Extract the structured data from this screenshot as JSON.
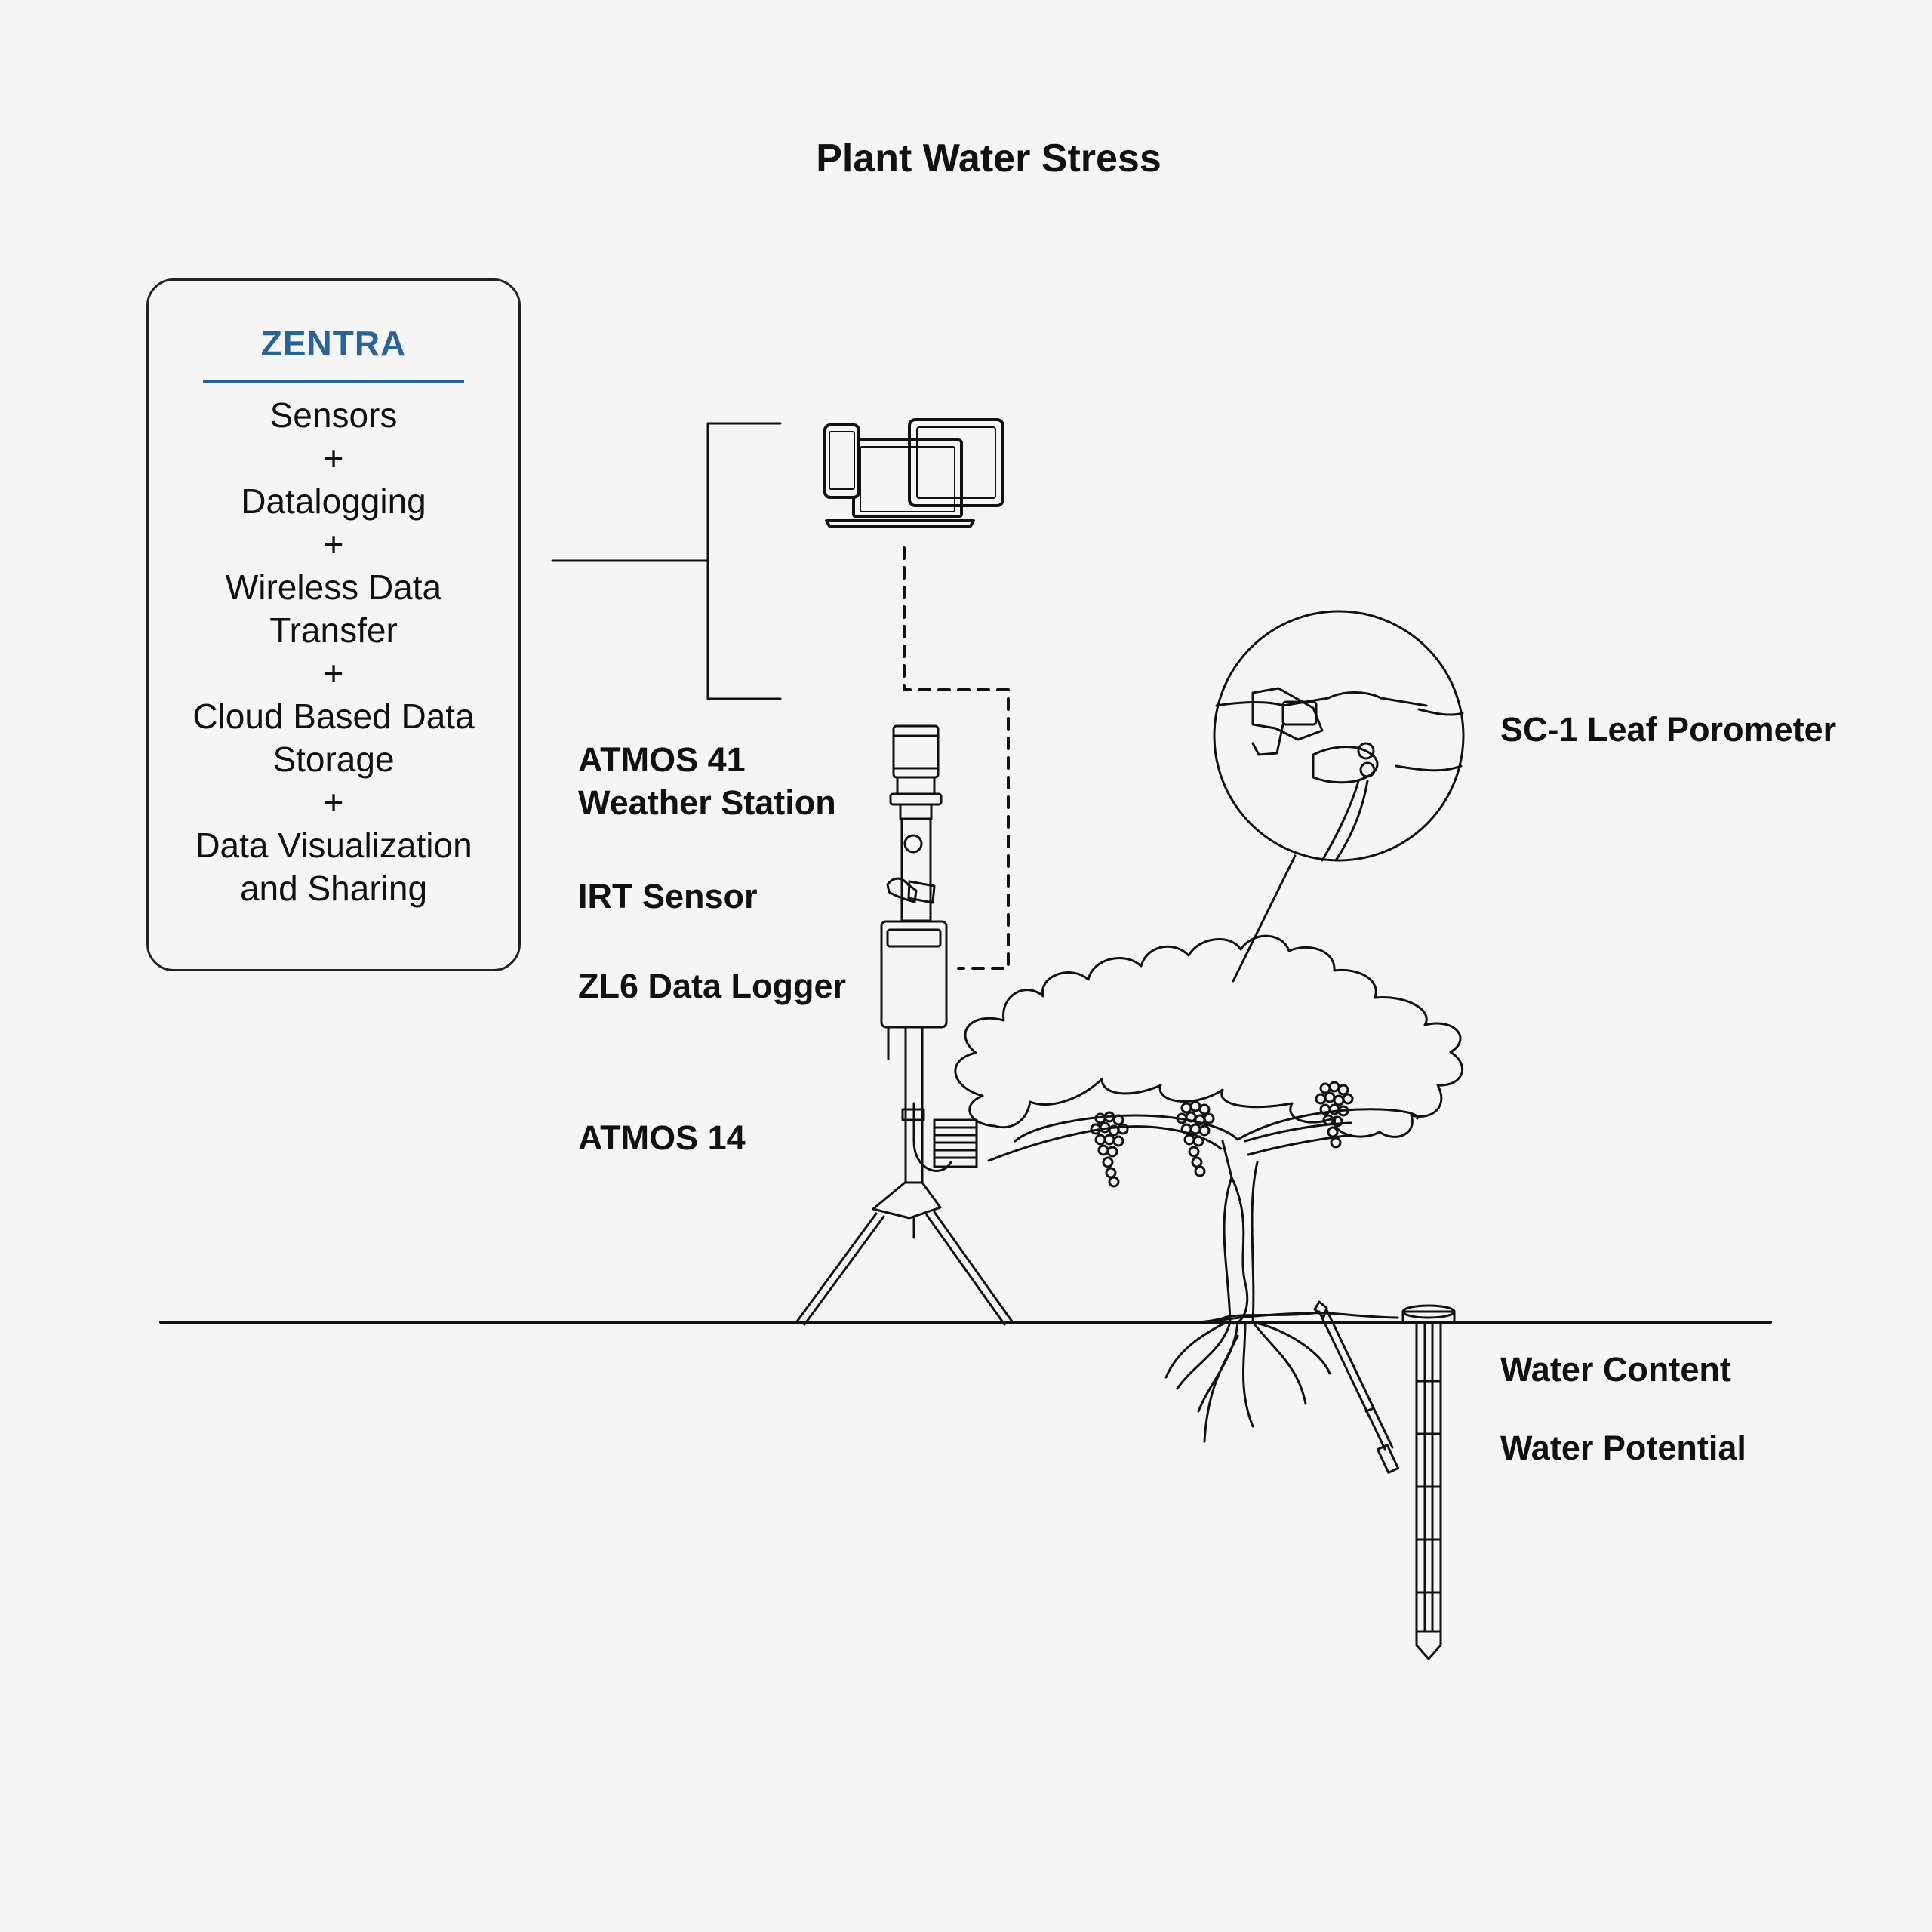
{
  "title": "Plant Water Stress",
  "zentra": {
    "title": "ZENTRA",
    "lines": [
      "Sensors",
      "+",
      "Datalogging",
      "+",
      "Wireless Data",
      "Transfer",
      "+",
      "Cloud Based Data",
      "Storage",
      "+",
      "Data Visualization",
      "and Sharing"
    ]
  },
  "labels": {
    "atmos41_line1": "ATMOS 41",
    "atmos41_line2": "Weather Station",
    "irt": "IRT Sensor",
    "zl6": "ZL6 Data Logger",
    "atmos14": "ATMOS 14",
    "sc1": "SC-1 Leaf Porometer",
    "water_content": "Water Content",
    "water_potential": "Water Potential"
  },
  "colors": {
    "accent": "#2a6496",
    "line": "#111111",
    "background": "#f5f5f5"
  }
}
